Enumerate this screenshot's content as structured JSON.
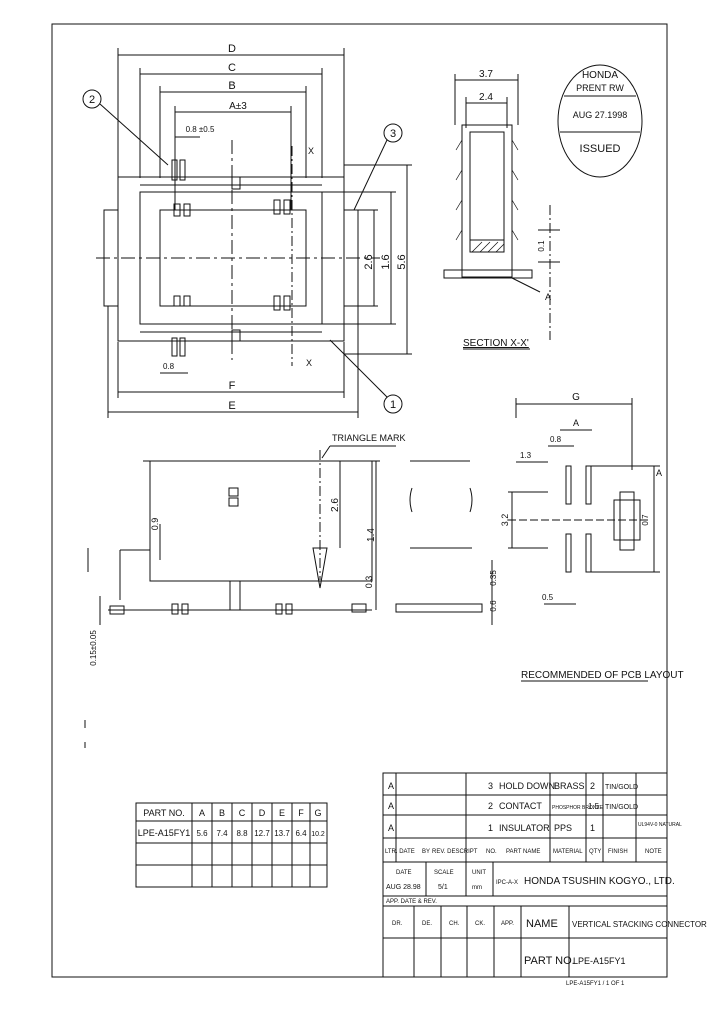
{
  "stamp": {
    "line1": "HONDA",
    "line2": "PRENT RW",
    "date": "AUG 27.1998",
    "status": "ISSUED"
  },
  "dims_top": {
    "d": "D",
    "c": "C",
    "b": "B",
    "a": "A±3",
    "pitch": "0.8 ±0.5",
    "x_top": "X",
    "x_bottom": "X",
    "f": "F",
    "e": "E",
    "pitch_bottom": "0.8",
    "h26": "2.6",
    "h16": "1.6",
    "h56": "5.6"
  },
  "balloons": {
    "b1": "1",
    "b2": "2",
    "b3": "3"
  },
  "section": {
    "label": "SECTION X-X'",
    "w37": "3.7",
    "w24": "2.4",
    "h01": "0.1",
    "a_mark": "A"
  },
  "side": {
    "triangle_mark": "TRIANGLE MARK",
    "h26": "2.6",
    "h14": "1.4",
    "h09": "0.9",
    "h03": "0.3",
    "h015": "0.15±0.05",
    "h035": "0.35",
    "gap_label": "0.6"
  },
  "pcb": {
    "title": "RECOMMENDED OF PCB LAYOUT",
    "g": "G",
    "a": "A",
    "w08": "0.8",
    "w15": "1.3",
    "h32": "3.2",
    "h07": "0.7",
    "w05": "0.5"
  },
  "parts_table": {
    "headers": [
      "PART NO.",
      "A",
      "B",
      "C",
      "D",
      "E",
      "F",
      "G"
    ],
    "rows": [
      [
        "LPE-A15FY1",
        "5.6",
        "7.4",
        "8.8",
        "12.7",
        "13.7",
        "6.4",
        "10.2"
      ],
      [
        "",
        "",
        "",
        "",
        "",
        "",
        "",
        ""
      ],
      [
        "",
        "",
        "",
        "",
        "",
        "",
        "",
        ""
      ]
    ]
  },
  "title_block": {
    "items": [
      {
        "rev": "A",
        "qty": "3",
        "name": "HOLD DOWN",
        "material": "BRASS",
        "qty2": "2",
        "finish": "TIN/GOLD"
      },
      {
        "rev": "A",
        "qty": "2",
        "name": "CONTACT",
        "material": "PHOSPHOR BRONZE",
        "qty2": "1.5",
        "finish": "TIN/GOLD"
      },
      {
        "rev": "A",
        "qty": "1",
        "name": "INSULATOR",
        "material": "PPS",
        "qty2": "1",
        "finish": "UL94V-0 NATURAL"
      }
    ],
    "header_row": [
      "LTR. DATE",
      "BY",
      "REV. DESCRIPT",
      "NO.",
      "PART NAME",
      "MATERIAL",
      "QTY",
      "FINISH",
      "NOTE"
    ],
    "date_label": "DATE",
    "date_value": "AUG 28.98",
    "scale_label": "SCALE",
    "scale_value": "5/1",
    "unit_label": "UNIT",
    "unit_value": "mm",
    "company_code": "IPC-A-X",
    "company": "HONDA TSUSHIN KOGYO., LTD.",
    "rev_row_label": "APP. DATE & REV.",
    "sign_row": [
      "DR.",
      "DE.",
      "CH.",
      "CK.",
      "APP."
    ],
    "name_label": "NAME",
    "name_value": "VERTICAL STACKING CONNECTOR",
    "partno_label": "PART NO.",
    "partno_value": "LPE-A15FY1",
    "drawing_no": "LPE-A15FY1 / 1 OF 1"
  }
}
